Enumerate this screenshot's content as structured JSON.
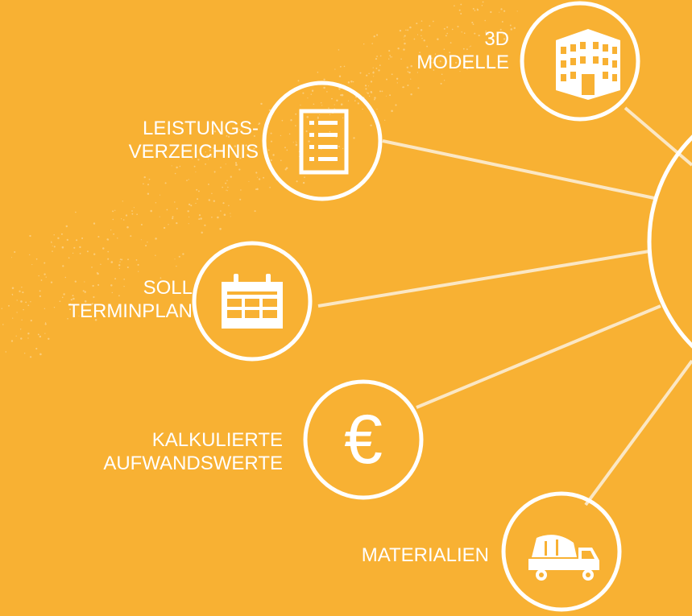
{
  "colors": {
    "background": "#f8b133",
    "foreground": "#ffffff"
  },
  "nodes": [
    {
      "id": "3d-modelle",
      "icon": "building-icon",
      "lines": [
        "3D",
        "MODELLE"
      ]
    },
    {
      "id": "leistungsverzeichnis",
      "icon": "document-list-icon",
      "lines": [
        "LEISTUNGS-",
        "VERZEICHNIS"
      ]
    },
    {
      "id": "soll-terminplan",
      "icon": "calendar-icon",
      "lines": [
        "SOLL",
        "TERMINPLAN"
      ]
    },
    {
      "id": "kalkulierte-aufwandswerte",
      "icon": "euro-icon",
      "lines": [
        "KALKULIERTE",
        "AUFWANDSWERTE"
      ]
    },
    {
      "id": "materialien",
      "icon": "concrete-mixer-truck-icon",
      "lines": [
        "MATERIALIEN"
      ]
    }
  ],
  "hub": {
    "icon": "hub-circle"
  }
}
